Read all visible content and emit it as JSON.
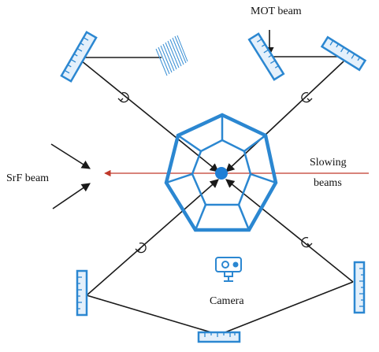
{
  "labels": {
    "mot_beam": "MOT beam",
    "srf_beam": "SrF beam",
    "slowing_line1": "Slowing",
    "slowing_line2": "beams",
    "camera": "Camera"
  },
  "colors": {
    "chamber": "#2b87d1",
    "beam": "#1a1a1a",
    "mirror_fill": "#e4f0fb",
    "mirror_stroke": "#2b87d1",
    "slowing_beam": "#c0392b",
    "grating": "#3a8fd4",
    "center_dot": "#1f7fd6"
  },
  "icons": {
    "mirror": "mirror-mount-icon",
    "camera": "camera-icon",
    "polarization": "circular-polarization-icon"
  }
}
